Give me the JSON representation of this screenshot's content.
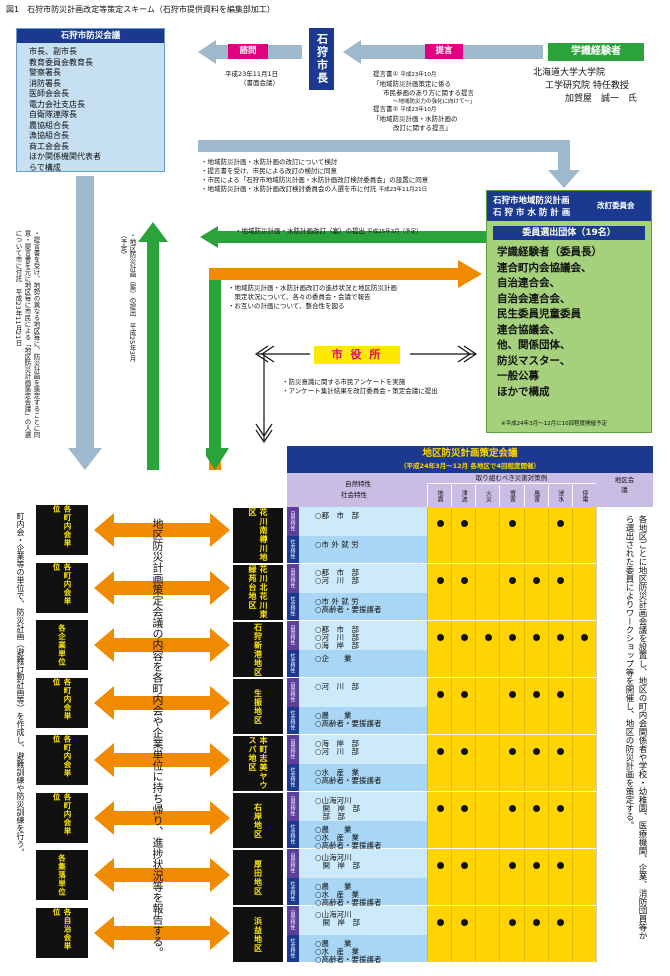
{
  "figure_title": "図1　石狩市防災計画改定等策定スキーム（石狩市提供資料を編集部加工）",
  "council": {
    "title": "石狩市防災会議",
    "members": [
      "市長、副市長",
      "教育委員会教育長",
      "警察署長",
      "消防署長",
      "医師会会長",
      "電力会社支店長",
      "自衛隊連隊長",
      "農協組合長",
      "漁協組合長",
      "商工会会長",
      "ほか関係機関代表者",
      "らで構成"
    ]
  },
  "mayor": "石狩市長",
  "shimon": {
    "label": "諮問",
    "date": "平成23年11月1日",
    "sub": "（書面会議）"
  },
  "teigen": {
    "label": "提言"
  },
  "expert": {
    "label": "学識経験者",
    "affiliation": "北海道大学大学院",
    "title": "工学研究院 特任教授",
    "name": "加賀屋　誠一　氏"
  },
  "proposals": [
    {
      "head": "提言書①",
      "date": "平成23年10月",
      "text": "「地域防災計画策定に係る",
      "text2": "市民参画のあり方に関する提言",
      "text3": "〜地域防災力の強化に向けて〜」"
    },
    {
      "head": "提言書②",
      "date": "平成23年10月",
      "text": "「地域防災計画・水防計画の",
      "text2": "改訂に関する提言」",
      "text3": ""
    }
  ],
  "instructions": [
    "・地域防災計画・水防計画の改訂について検討",
    "・提言書を受け、市民による改訂の検討に同意",
    "・市民による「石狩市地域防災計画・水防計画改訂検討委員会」の設置に同意",
    "・地域防災計画・水防計画改訂検討委員会の人選を市に付託"
  ],
  "instructions_date": "平成23年11月21日",
  "committee": {
    "title1": "石狩市地域防災計画",
    "title2": "石 狩 市 水 防 計 画",
    "title3": "改訂委員会",
    "sub": "委員選出団体（19名）",
    "members": [
      "学識経験者（委員長）",
      "連合町内会協議会、",
      "自治連合会、",
      "自治会連合会、",
      "民生委員児童委員",
      "連合協議会、",
      "他、関係団体、",
      "防災マスター、",
      "一般公募",
      "ほかで構成"
    ],
    "note": "※平成24年3月〜12月に10回程度開催予定"
  },
  "submit_text": "・地域防災計画・水防計画改訂（案）の提出",
  "submit_date": "平成25年3月（予定）",
  "progress_text": [
    "・地域防災計画・水防計画改訂の進捗状況と地区防災計画",
    "　策定状況について、各々の委員会・会議で報告",
    "・お互いの計画について、整合性を図る"
  ],
  "city_office": "市 役 所",
  "survey_text": [
    "・防災意識に関する市民アンケートを実施",
    "・アンケート集計結果を改訂委員会・策定会議に提出"
  ],
  "left_vertical": "・提言書を受け、地勢の異なる地区毎に、防災計画を策定することに同意・提言書を元に地区毎に市民による「地区防災計画策定会議」の人選について市に付託　平成23年11月21日",
  "middle_vertical": "・地区防災計画（案）の提出　平成25年3月（予定）",
  "district_council": {
    "title": "地区防災計画策定会議",
    "sub": "（平成24年3月〜12月 各地区で4回程度開催）",
    "col_nature": "自然特性",
    "col_social": "社会特性",
    "col_header": "取り組むべき災害対策例",
    "hazards": [
      "地震",
      "津波",
      "火災",
      "雪害",
      "風害",
      "浸水",
      "停電"
    ],
    "last_col": "地区会議",
    "cat_nature": "自然特性",
    "cat_social": "社会特性"
  },
  "districts": [
    {
      "name": "花川南樽川地区",
      "nature": [
        "○都　市　部"
      ],
      "social": [
        "○市 外 就 労"
      ],
      "dots": [
        1,
        1,
        0,
        1,
        0,
        1,
        0
      ]
    },
    {
      "name": "花川北花川東緑苑台地区",
      "nature": [
        "○都　市　部",
        "○河　川　部"
      ],
      "social": [
        "○市 外 就 労",
        "○高齢者・要援護者"
      ],
      "dots": [
        1,
        1,
        0,
        1,
        1,
        1,
        0
      ]
    },
    {
      "name": "石狩新港地区",
      "nature": [
        "○都　市　部",
        "○河　川　部",
        "○海　岸　部"
      ],
      "social": [
        "○企　　業"
      ],
      "dots": [
        1,
        1,
        1,
        1,
        1,
        1,
        1
      ]
    },
    {
      "name": "生振地区",
      "nature": [
        "○河　川　部"
      ],
      "social": [
        "○農　　業",
        "○高齢者・要援護者"
      ],
      "dots": [
        1,
        1,
        0,
        1,
        1,
        1,
        0
      ]
    },
    {
      "name": "本町志美ヤウスバ地区",
      "nature": [
        "○海　岸　部",
        "○河　川　部"
      ],
      "social": [
        "○水　産　業",
        "○高齢者・要援護者"
      ],
      "dots": [
        1,
        1,
        0,
        1,
        1,
        1,
        0
      ]
    },
    {
      "name": "右岸地区",
      "nature": [
        "○山海河川",
        "　開　岸　部",
        "　部　部"
      ],
      "social": [
        "○農　　業",
        "○水　産　業",
        "○高齢者・要援護者"
      ],
      "dots": [
        1,
        1,
        0,
        1,
        1,
        1,
        0
      ]
    },
    {
      "name": "厚田地区",
      "nature": [
        "○山海河川",
        "　開　岸　部"
      ],
      "social": [
        "○農　　業",
        "○水　産　業",
        "○高齢者・要援護者"
      ],
      "dots": [
        1,
        1,
        0,
        1,
        1,
        1,
        0
      ]
    },
    {
      "name": "浜益地区",
      "nature": [
        "○山海河川",
        "　開　岸　部"
      ],
      "social": [
        "○農　　業",
        "○水　産　業",
        "○高齢者・要援護者"
      ],
      "dots": [
        1,
        1,
        0,
        1,
        1,
        1,
        0
      ]
    }
  ],
  "units": [
    "各町内会単位",
    "各町内会単位",
    "各企業単位",
    "各町内会単位",
    "各町内会単位",
    "各町内会単位",
    "各集落単位",
    "各自治会単位"
  ],
  "left_note": "町内会・企業等の単位で、防災計画（避難行動計画等）を作成し、避難訓練や防災訓練を行う。",
  "center_note": "地区防災計画策定会議の内容を各町内会や企業単位に持ち帰り、進捗状況等を報告する。",
  "right_note": "各地区ごとに地区防災計画会議を設置し、地区の町内会関係者や学校・幼稚園、医療機関、企業、消防団員等から選出された委員によりワークショップ等を開催し、地区の防災計画を策定する。",
  "colors": {
    "green_box": "#8fc866",
    "blue_box": "#c6e0f2",
    "navy": "#1b3a8f",
    "orange": "#f08a00",
    "arrow_blue": "#7fa0b4",
    "arrow_green": "#2aa43a",
    "purple": "#5c3f9c",
    "yellow": "#ffd400"
  }
}
